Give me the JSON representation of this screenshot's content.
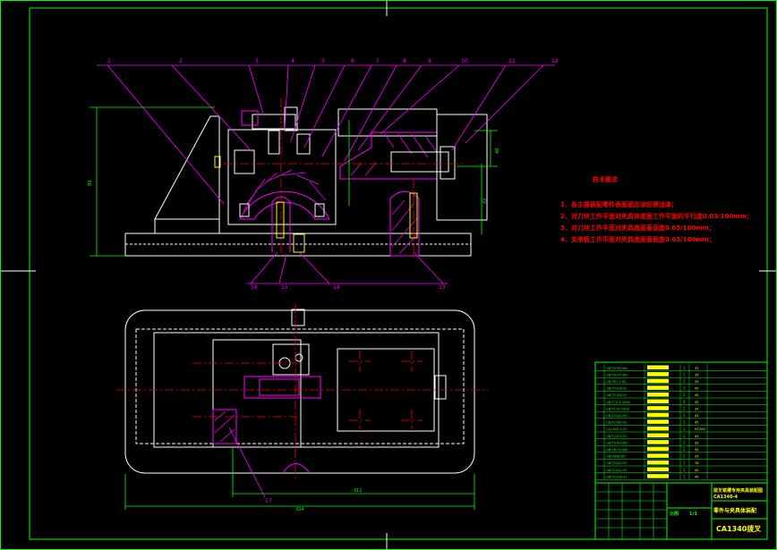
{
  "colors": {
    "background": "#000000",
    "outline": "#ffffff",
    "frame": "#00ff00",
    "dimension": "#00ff00",
    "leader": "#ff00ff",
    "hatch": "#ff00ff",
    "section": "#ff00ff",
    "centerline": "#ff0000",
    "notes": "#ff0000",
    "bolt": "#ffff00",
    "title_block_fill": "#ffff00"
  },
  "part_numbers_top": [
    "1",
    "2",
    "3",
    "4",
    "5",
    "6",
    "7",
    "8",
    "9",
    "10",
    "11",
    "12"
  ],
  "part_numbers_bottom": [
    "16",
    "15",
    "14",
    "13"
  ],
  "part_number_side": "17",
  "tech_requirements": {
    "title": "技术要求",
    "items": [
      "1、各主要装配零件表面面应涂防锈油漆；",
      "2、对刀块工作平面对夹具体底面工作平面的平行度0.03/100mm；",
      "3、对刀块工作平面对夹具底面垂直度0.03/100mm；",
      "4、支承板工作平面对夹具底面垂直度0.03/100mm；"
    ]
  },
  "dimensions": {
    "overall_length": "324",
    "length_b": "311",
    "height_left": "93",
    "height_right": "48",
    "height_mid": "72"
  },
  "title_block": {
    "drawing_name": "拨叉铣槽专用夹具装配图",
    "drawing_no": "CA1340-4",
    "part_name": "零件与夹具体装配",
    "model": "CA1340拨叉",
    "scale_label": "比例",
    "scale_value": "1:1"
  },
  "bom_rows": [
    {
      "code": "GB/T5783-86",
      "qty": "1",
      "mat": "35"
    },
    {
      "code": "GB/T6170-86",
      "qty": "1",
      "mat": "35"
    },
    {
      "code": "GB/T97.1-85",
      "qty": "1",
      "mat": "35"
    },
    {
      "code": "GB/T2208-91",
      "qty": "1",
      "mat": "45"
    },
    {
      "code": "GB/T2148-91",
      "qty": "2",
      "mat": "45"
    },
    {
      "code": "GB/T70.1-2000",
      "qty": "4",
      "mat": "35"
    },
    {
      "code": "GB/T119-2000",
      "qty": "2",
      "mat": "35"
    },
    {
      "code": "GB/T2242-91",
      "qty": "1",
      "mat": "45"
    },
    {
      "code": "GB/T2240-91",
      "qty": "1",
      "mat": "45"
    },
    {
      "code": "CA1340-4-01",
      "qty": "1",
      "mat": "HT200"
    },
    {
      "code": "GB/T2203-91",
      "qty": "1",
      "mat": "45"
    },
    {
      "code": "GB/T5783-86",
      "qty": "2",
      "mat": "35"
    },
    {
      "code": "GB/T6170-86",
      "qty": "2",
      "mat": "35"
    },
    {
      "code": "GB/T848-85",
      "qty": "2",
      "mat": "35"
    },
    {
      "code": "GB/T2243-91",
      "qty": "1",
      "mat": "T8"
    },
    {
      "code": "GB/T2242-91",
      "qty": "1",
      "mat": "45"
    },
    {
      "code": "GB/T2208-91",
      "qty": "1",
      "mat": "45"
    }
  ]
}
